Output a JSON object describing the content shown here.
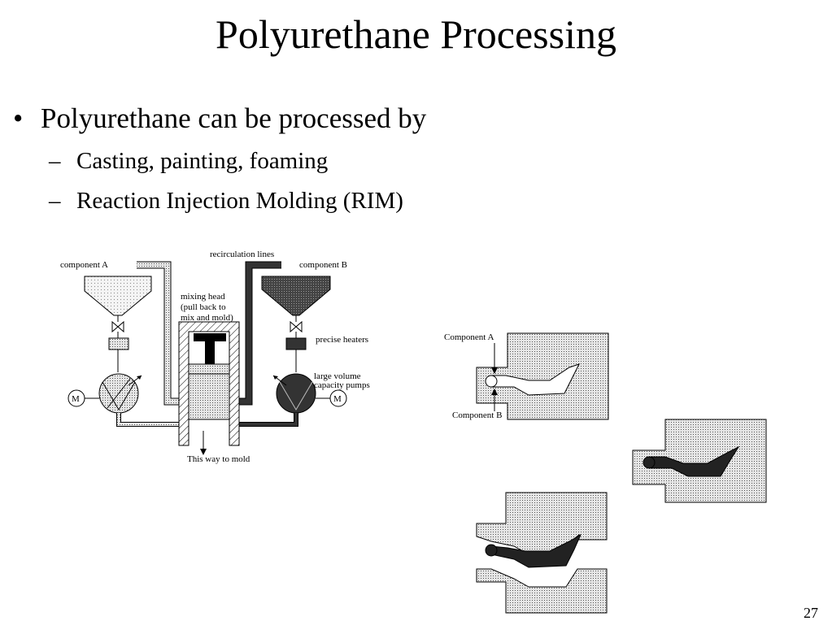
{
  "slide": {
    "title": "Polyurethane Processing",
    "bullet": "Polyurethane can be processed by",
    "sub_bullets": [
      "Casting, painting, foaming",
      "Reaction Injection Molding (RIM)"
    ],
    "page_number": "27"
  },
  "rim_diagram": {
    "labels": {
      "component_a": "component A",
      "component_b": "component B",
      "recirculation": "recirculation lines",
      "mixing_head_1": "mixing head",
      "mixing_head_2": "(pull back to",
      "mixing_head_3": "mix and mold)",
      "precise_heaters": "precise heaters",
      "pumps_1": "large volume",
      "pumps_2": "capacity pumps",
      "motor": "M",
      "this_way": "This way to mold"
    }
  },
  "mold_diagram": {
    "labels": {
      "component_a": "Component A",
      "component_b": "Component B"
    }
  }
}
